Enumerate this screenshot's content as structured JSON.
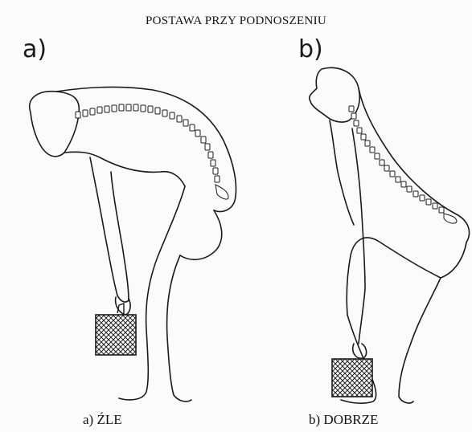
{
  "title": "POSTAWA PRZY PODNOSZENIU",
  "panels": [
    {
      "letter": "a)",
      "caption": "a) ŹLE"
    },
    {
      "letter": "b)",
      "caption": "b) DOBRZE"
    }
  ],
  "colors": {
    "line": "#1a1a1a",
    "background": "#fbfbfb",
    "box_fill": "#ffffff"
  },
  "icons": {
    "box_a": "crosshatched-box-icon",
    "box_b": "crosshatched-box-icon"
  }
}
